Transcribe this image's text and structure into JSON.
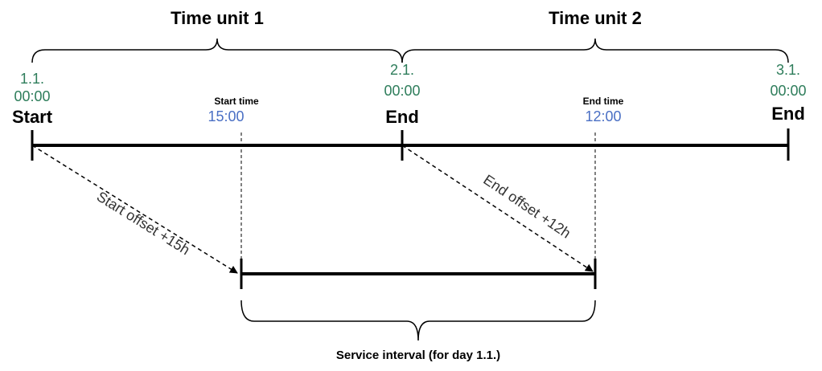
{
  "time_units": {
    "unit1": "Time unit 1",
    "unit2": "Time unit 2"
  },
  "points": {
    "start": {
      "date": "1.1.",
      "time": "00:00",
      "label": "Start"
    },
    "end1": {
      "date": "2.1.",
      "time": "00:00",
      "label": "End"
    },
    "end2": {
      "date": "3.1.",
      "time": "00:00",
      "label": "End"
    }
  },
  "start_time": {
    "caption": "Start time",
    "value": "15:00"
  },
  "end_time": {
    "caption": "End time",
    "value": "12:00"
  },
  "offsets": {
    "start": "Start offset +15h",
    "end": "End offset +12h"
  },
  "service_interval": "Service interval (for day 1.1.)",
  "colors": {
    "date": "#2e7d5b",
    "time_value": "#4a6fc4",
    "line": "#000000"
  }
}
